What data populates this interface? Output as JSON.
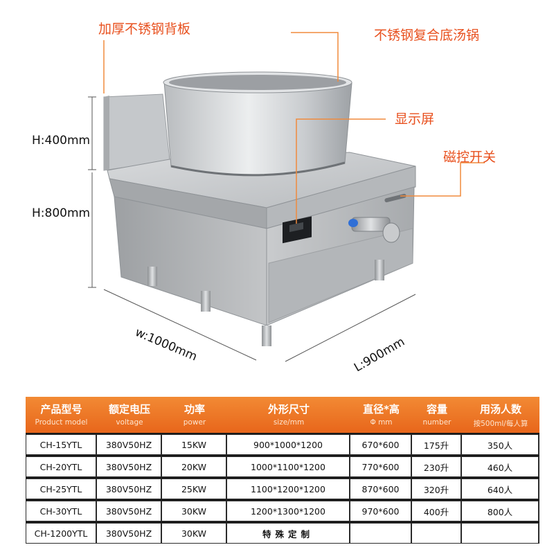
{
  "callouts": {
    "backplate": "加厚不锈钢背板",
    "pot": "不锈钢复合底汤锅",
    "display": "显示屏",
    "magnetic_switch": "磁控开关"
  },
  "dimensions": {
    "height_pot": "H:400mm",
    "height_body": "H:800mm",
    "width": "w:1000mm",
    "length": "L:900mm"
  },
  "colors": {
    "accent": "#e8501e",
    "header_bg": "#ee7a28",
    "table_bg": "#2b2b2b"
  },
  "table": {
    "headers": [
      {
        "zh": "产品型号",
        "en": "Product model"
      },
      {
        "zh": "额定电压",
        "en": "voltage"
      },
      {
        "zh": "功率",
        "en": "power"
      },
      {
        "zh": "外形尺寸",
        "en": "size/mm"
      },
      {
        "zh": "直径*高",
        "en": "Φ mm"
      },
      {
        "zh": "容量",
        "en": "number"
      },
      {
        "zh": "用汤人数",
        "en": "按500ml/每人算"
      }
    ],
    "rows": [
      [
        "CH-15YTL",
        "380V50HZ",
        "15KW",
        "900*1000*1200",
        "670*600",
        "175升",
        "350人"
      ],
      [
        "CH-20YTL",
        "380V50HZ",
        "20KW",
        "1000*1100*1200",
        "770*600",
        "230升",
        "460人"
      ],
      [
        "CH-25YTL",
        "380V50HZ",
        "25KW",
        "1100*1200*1200",
        "870*600",
        "320升",
        "640人"
      ],
      [
        "CH-30YTL",
        "380V50HZ",
        "30KW",
        "1200*1300*1200",
        "970*600",
        "400升",
        "800人"
      ]
    ],
    "custom_row": {
      "model": "CH-1200YTL",
      "voltage": "380V50HZ",
      "power": "30KW",
      "size": "特殊定制"
    }
  }
}
